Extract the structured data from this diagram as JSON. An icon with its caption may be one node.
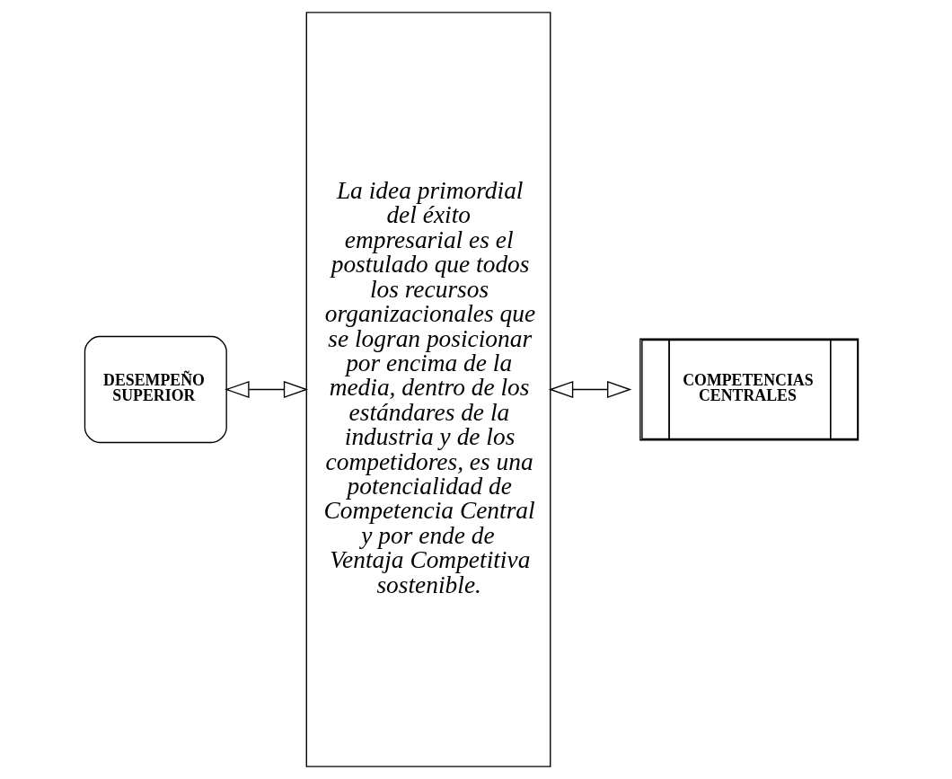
{
  "diagram": {
    "nodes": [
      {
        "text": [
          "DESEMPEÑO SUPERIOR"
        ]
      },
      {
        "text": [
          "La idea primordial del éxito empresarial es el postulado que todos los recursos organizacionales que se logran posicionar por encima de la media, dentro de los estándares de la industria y de los competidores, es una potencialidad de Competencia Central y por ende de Ventaja Competitiva sostenible."
        ]
      },
      {
        "text": [
          "COMPETENCIAS CENTRALES"
        ]
      }
    ],
    "edges": [
      {
        "from": 0,
        "to": 1,
        "arrow": "both"
      },
      {
        "from": 1,
        "to": 2,
        "arrow": "both"
      }
    ]
  }
}
